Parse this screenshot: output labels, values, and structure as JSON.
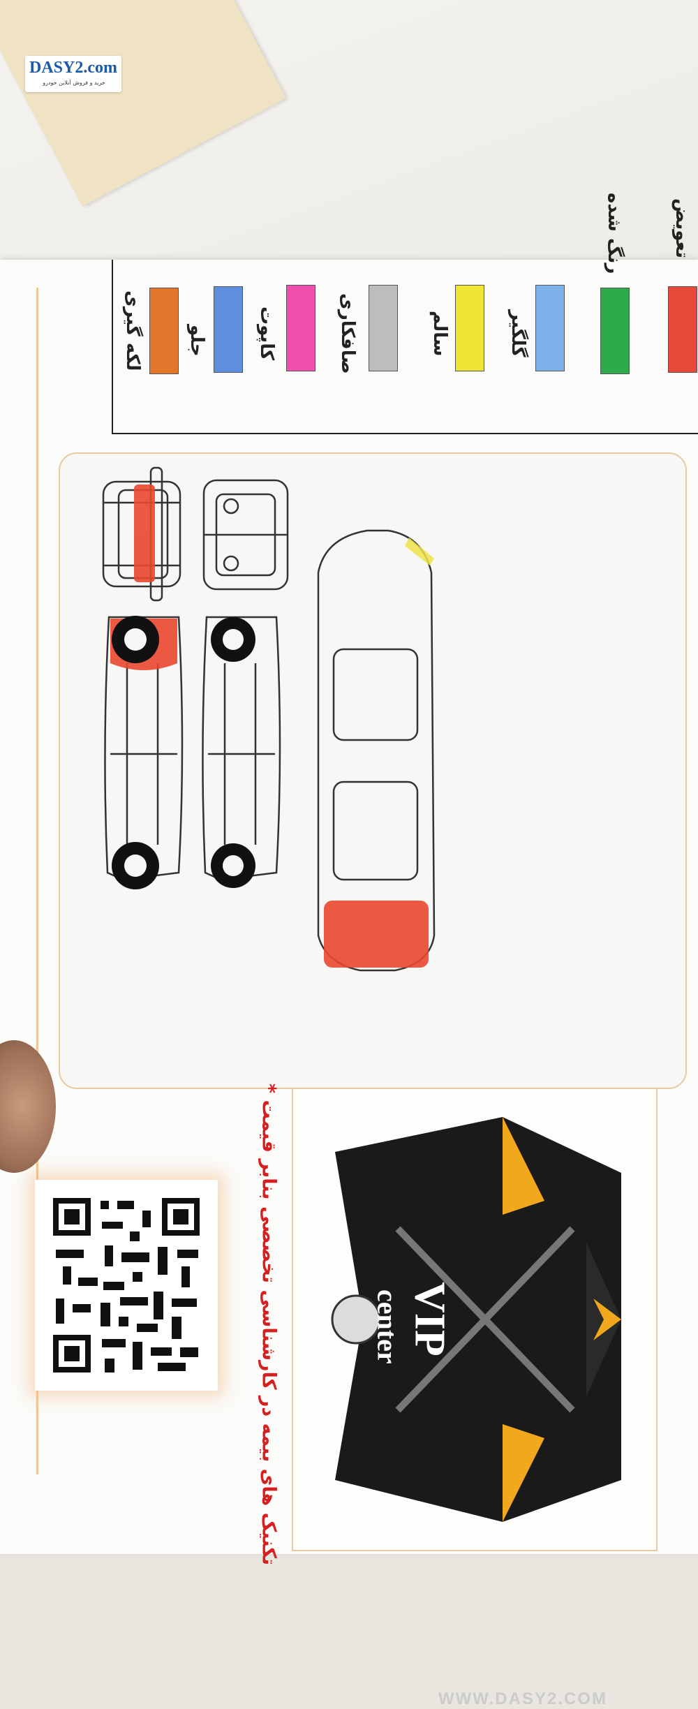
{
  "logo": {
    "brand": "DASY2.com",
    "tagline": "خرید و فروش آنلاین خودرو"
  },
  "legend": {
    "items": [
      {
        "label": "تعویض",
        "color": "#e8493a"
      },
      {
        "label": "رنگ شده",
        "color": "#2eaa4a"
      },
      {
        "label": "گلگیر",
        "color": "#7fb2ea"
      },
      {
        "label": "سالم",
        "color": "#f1e533"
      },
      {
        "label": "صافکاری",
        "color": "#bdbdbd"
      },
      {
        "label": "کاپوت",
        "color": "#f04fae"
      },
      {
        "label": "جلو",
        "color": "#5d8fdc"
      },
      {
        "label": "لکه گیری",
        "color": "#e2762b"
      }
    ]
  },
  "diagram": {
    "views": [
      "front",
      "rear",
      "left-side",
      "right-side",
      "top"
    ],
    "marked_color": "#e9472f",
    "highlight_color": "#f0e24a"
  },
  "warning": "* تکنیک های بیمه در کارشناسی تخصصی بنابر قیمت",
  "vip": {
    "title": "VIP",
    "subtitle": "center"
  },
  "watermark": "WWW.DASY2.COM"
}
